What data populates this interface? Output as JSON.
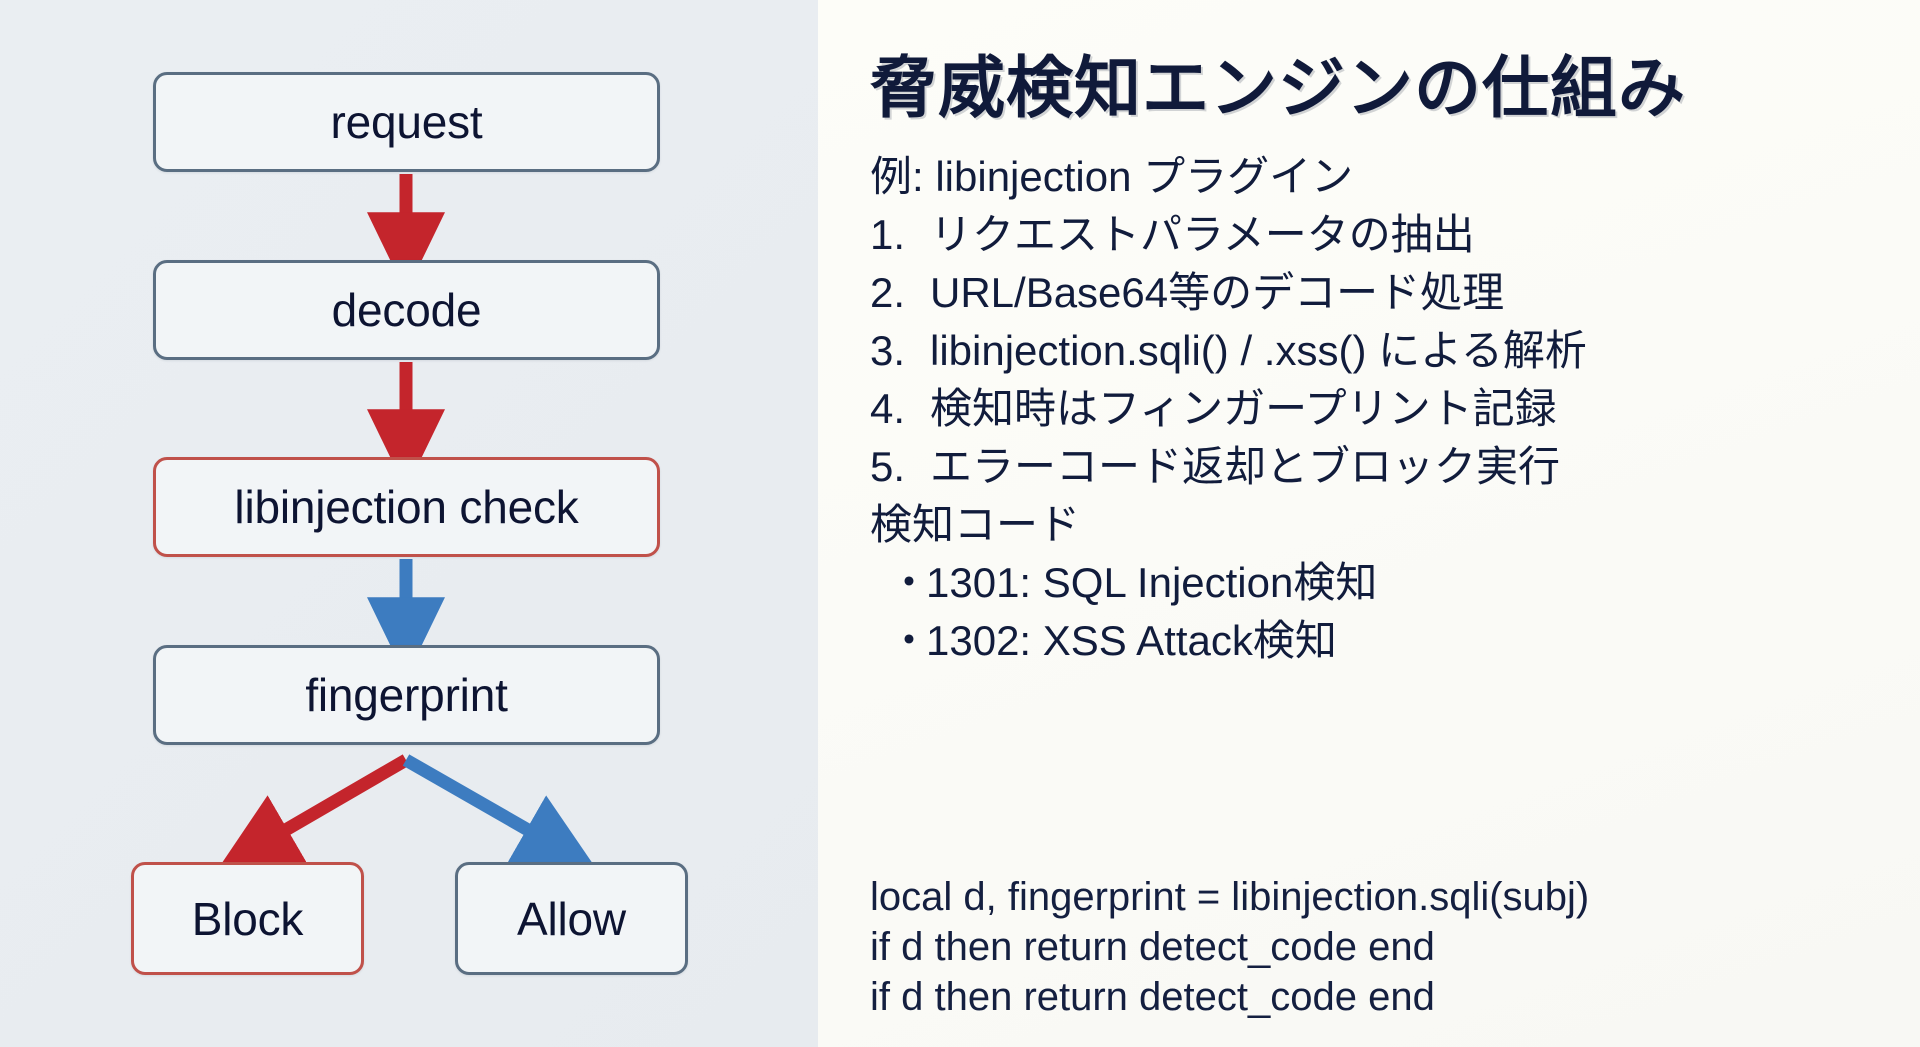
{
  "theme": {
    "left_panel_bg": "#e9edf1",
    "right_panel_bg": "#fbfbf7",
    "text_navy": "#111c3c",
    "accent_red": "#c0514a",
    "accent_blue": "#5a6e82",
    "arrow_red": "#c4252c",
    "arrow_blue": "#3d7cc0"
  },
  "diagram": {
    "title": "threat-detection-flow",
    "nodes": [
      {
        "id": "request",
        "label": "request",
        "style": "blue"
      },
      {
        "id": "decode",
        "label": "decode",
        "style": "blue"
      },
      {
        "id": "libinj",
        "label": "libinjection check",
        "style": "red"
      },
      {
        "id": "fingerprint",
        "label": "fingerprint",
        "style": "blue"
      },
      {
        "id": "block",
        "label": "Block",
        "style": "red"
      },
      {
        "id": "allow",
        "label": "Allow",
        "style": "blue"
      }
    ],
    "edges": [
      {
        "from": "request",
        "to": "decode",
        "color": "red"
      },
      {
        "from": "decode",
        "to": "libinj",
        "color": "red"
      },
      {
        "from": "libinj",
        "to": "fingerprint",
        "color": "blue"
      },
      {
        "from": "fingerprint",
        "to": "block",
        "color": "red"
      },
      {
        "from": "fingerprint",
        "to": "allow",
        "color": "blue"
      }
    ]
  },
  "content": {
    "title": "脅威検知エンジンの仕組み",
    "lines": [
      {
        "kind": "plain",
        "text": "例: libinjection プラグイン"
      },
      {
        "kind": "numbered",
        "num": "1.",
        "text": "リクエストパラメータの抽出"
      },
      {
        "kind": "numbered",
        "num": "2.",
        "text": "URL/Base64等のデコード処理"
      },
      {
        "kind": "numbered",
        "num": "3.",
        "text": "libinjection.sqli() / .xss() による解析"
      },
      {
        "kind": "numbered",
        "num": "4.",
        "text": "検知時はフィンガープリント記録"
      },
      {
        "kind": "numbered",
        "num": "5.",
        "text": "エラーコード返却とブロック実行"
      },
      {
        "kind": "plain",
        "text": "検知コード"
      },
      {
        "kind": "bullet",
        "dot": "・",
        "text": "1301: SQL Injection検知"
      },
      {
        "kind": "bullet",
        "dot": "・",
        "text": "1302: XSS Attack検知"
      }
    ],
    "code": [
      "local d, fingerprint = libinjection.sqli(subj)",
      "if d then return detect_code end",
      "if d then return detect_code end"
    ]
  }
}
